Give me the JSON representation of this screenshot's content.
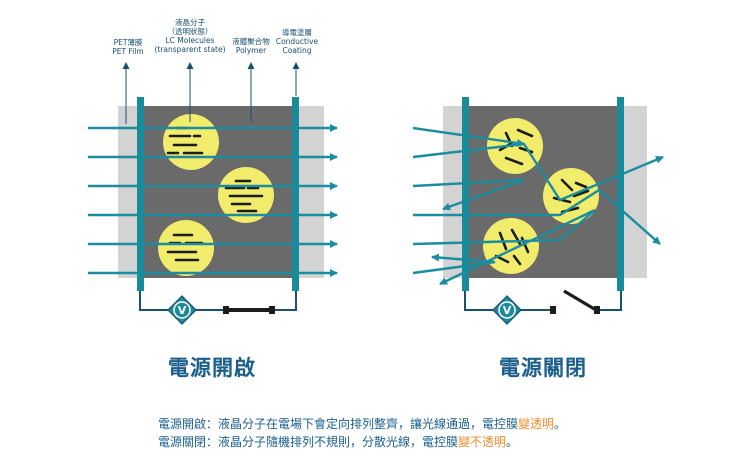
{
  "labels": {
    "pet": [
      "PET薄膜",
      "PET Film"
    ],
    "lc": [
      "液晶分子",
      "（透明狀態）",
      "LC Molecules",
      "(transparent state)"
    ],
    "polymer": [
      "液體聚合物",
      "Polymer"
    ],
    "coating": [
      "導電塗層",
      "Conductive",
      "Coating"
    ]
  },
  "panels": {
    "on_title": "電源開啟",
    "off_title": "電源關閉",
    "voltmeter_symbol": "V"
  },
  "captions": {
    "on": {
      "text": "電源開啟：液晶分子在電場下會定向排列整齊，讓光線通過，電控膜",
      "highlight": "變透明",
      "end": "。"
    },
    "off": {
      "text": "電源關閉：液晶分子隨機排列不規則，分散光線，電控膜",
      "highlight": "變不透明",
      "end": "。"
    }
  },
  "colors": {
    "teal": "#1a8b9a",
    "arrow": "#1a8da0",
    "film_gray": "#d3d3d3",
    "polymer_gray": "#6c6c6c",
    "molecule_yellow": "#f2ec6c",
    "title_blue": "#1a5f8c",
    "highlight_orange": "#f08c2a"
  }
}
